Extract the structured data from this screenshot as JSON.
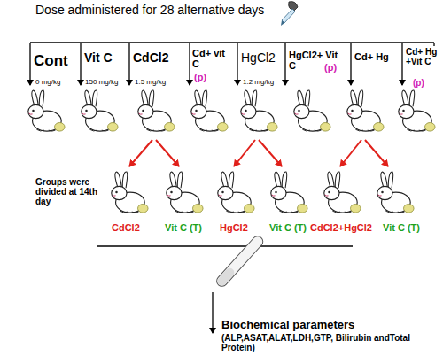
{
  "diagram": {
    "title": "Dose administered for 28 alternative days",
    "labels": [
      "Cont",
      "Vit C",
      "CdCl2",
      "Cd+ vit C",
      "(p)",
      "HgCl2",
      "HgCl2+ Vit C",
      "(p)",
      "Cd+ Hg",
      "Cd+ Hg +Vit C",
      "(p)",
      "0 mg/kg",
      "150 mg/kg",
      "1.5 mg/kg",
      "1.2 mg/kg",
      "Groups were divided at 14th day",
      "CdCl2",
      "Vit C (T)",
      "HgCl2",
      "Vit C (T)",
      "CdCl2+HgCl2",
      "Vit C (T)",
      "Biochemical parameters",
      "(ALP,ASAT,ALAT,LDH,GTP, Bilirubin andTotal Protein)"
    ]
  }
}
